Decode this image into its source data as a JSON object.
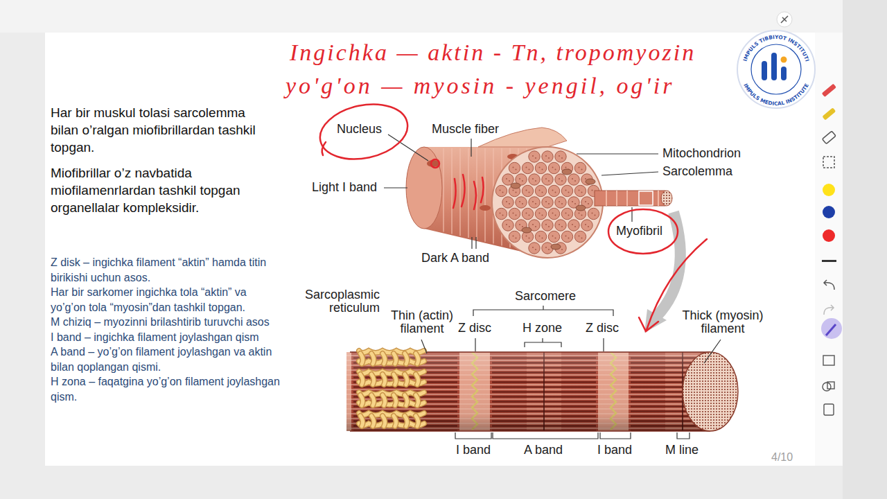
{
  "diagram": {
    "labels": [
      "Har bir muskul tolasi sarcolemma bilan o’ralgan miofibrillardan tashkil topgan.",
      "Miofibrillar o’z navbatida miofilamenrlardan tashkil topgan organellalar kompleksidir.",
      "Z disk – ingichka filament “aktin” hamda titin birikishi uchun asos.",
      "Har bir sarkomer ingichka tola “aktin” va yo’g’on tola “myosin”dan tashkil topgan.",
      "M chiziq – myozinni brilashtirib turuvchi asos",
      "I band – ingichka filament joylashgan qism",
      "A band – yo’g’on filament joylashgan va aktin bilan qoplangan qismi.",
      "H zona – faqatgina yo’g’on filament joylashgan qism.",
      "Ingichka — aktin - Tn, tropomyozin",
      "yo'g'on — myosin - yengil, og'ir",
      "Nucleus",
      "Muscle fiber",
      "Mitochondrion",
      "Sarcolemma",
      "Light I band",
      "Myofibril",
      "Dark A band",
      "Sarcoplasmic reticulum",
      "Thin (actin) filament",
      "Sarcomere",
      "Z disc",
      "H zone",
      "Z disc",
      "Thick (myosin) filament",
      "I band",
      "A band",
      "I band",
      "M line",
      "IMPULS TIBBIYOT INSTITUTI",
      "IMPULS MEDICAL INSTITUTE",
      "4/10"
    ]
  }
}
